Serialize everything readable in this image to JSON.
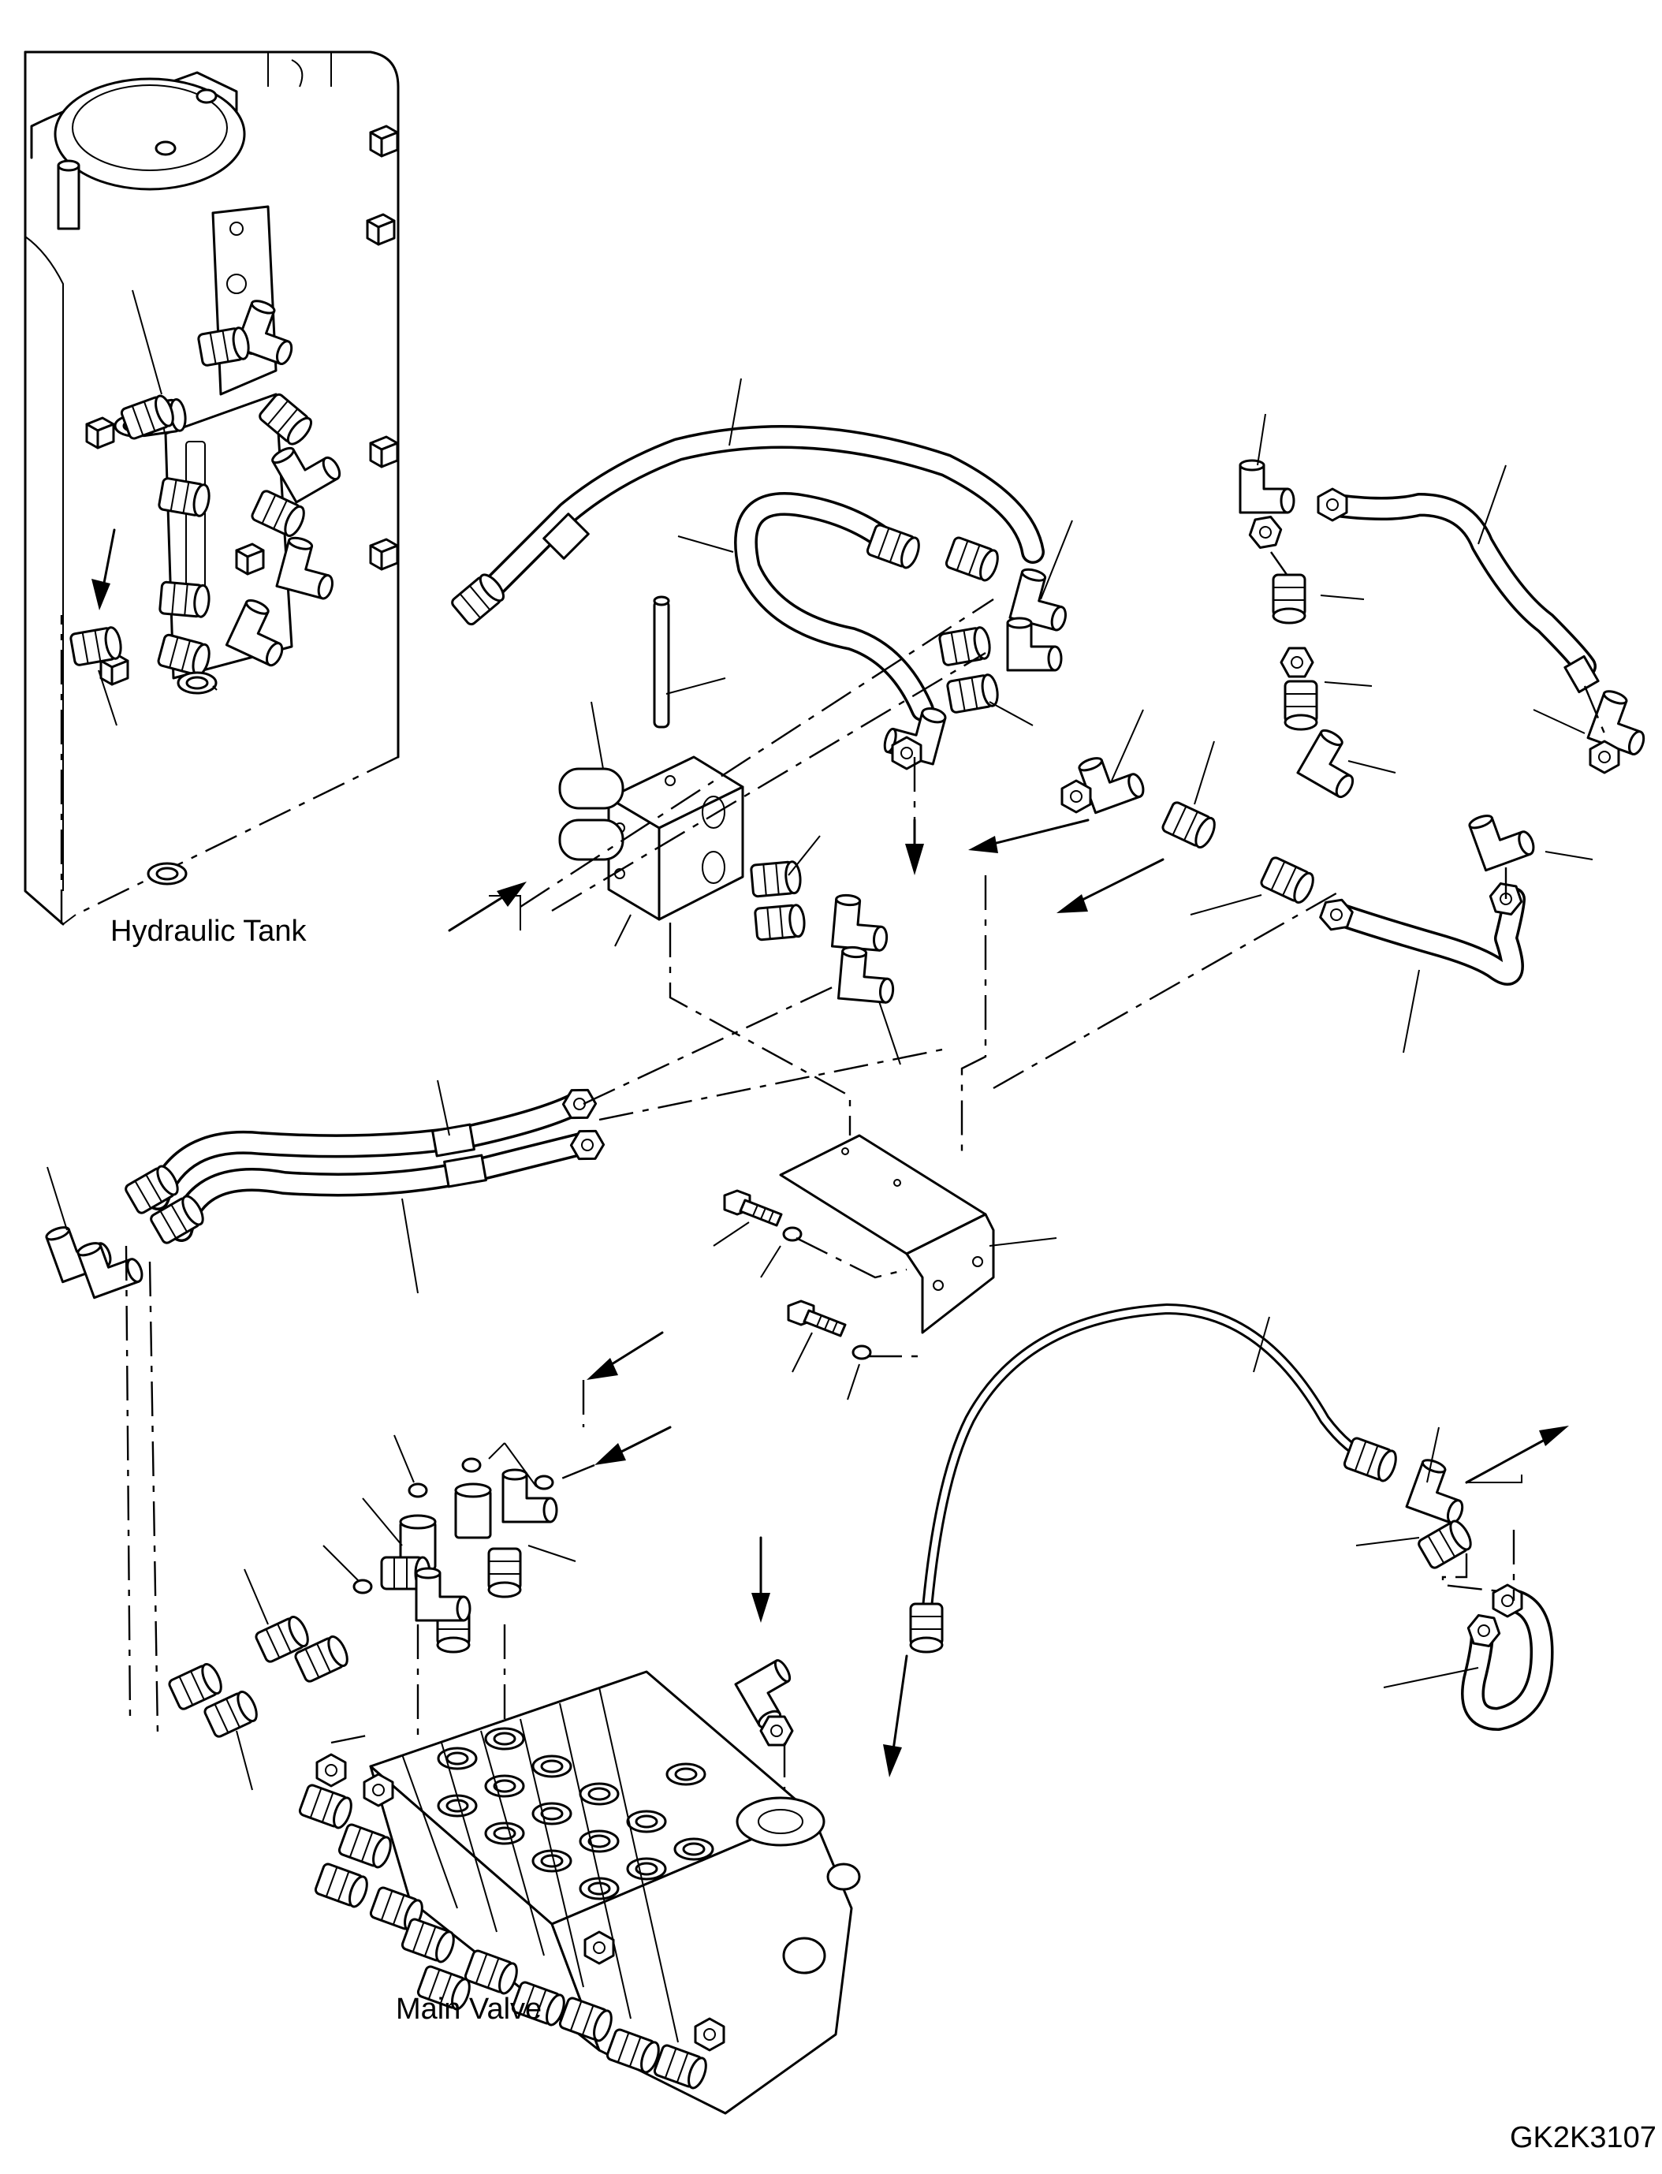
{
  "labels": {
    "hydraulic_tank": "Hydraulic Tank",
    "main_valve": "Main Valve",
    "drawing_number": "GK2K3107"
  }
}
